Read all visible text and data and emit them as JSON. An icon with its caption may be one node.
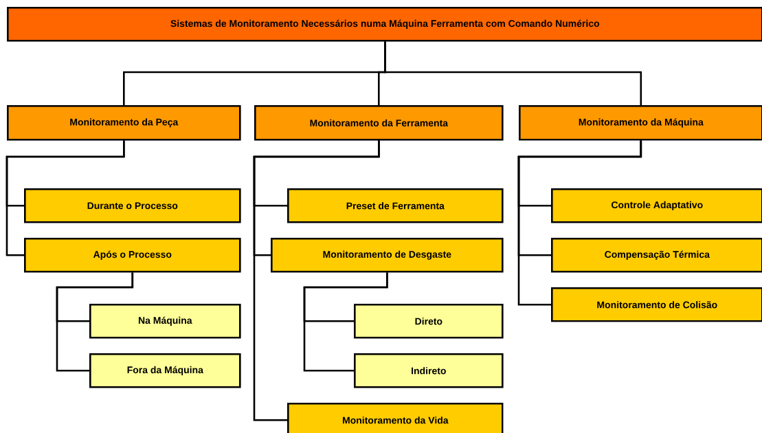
{
  "diagram": {
    "nodes": [
      {
        "text": [
          "Sistemas de Monitoramento Necessários numa Máquina Ferramenta com Comando Numérico"
        ]
      },
      {
        "text": [
          "Monitoramento da Peça"
        ]
      },
      {
        "text": [
          "Monitoramento da Ferramenta"
        ]
      },
      {
        "text": [
          "Monitoramento da Máquina"
        ]
      },
      {
        "text": [
          "Durante o Processo"
        ]
      },
      {
        "text": [
          "Após o Processo"
        ]
      },
      {
        "text": [
          "Na Máquina"
        ]
      },
      {
        "text": [
          "Fora da Máquina"
        ]
      },
      {
        "text": [
          "Preset de Ferramenta"
        ]
      },
      {
        "text": [
          "Monitoramento de Desgaste"
        ]
      },
      {
        "text": [
          "Direto"
        ]
      },
      {
        "text": [
          "Indireto"
        ]
      },
      {
        "text": [
          "Monitoramento da Vida"
        ]
      },
      {
        "text": [
          "Controle Adaptativo"
        ]
      },
      {
        "text": [
          "Compensação Térmica"
        ]
      },
      {
        "text": [
          "Monitoramento de Colisão"
        ]
      }
    ],
    "edges": [
      {
        "from": 0,
        "to": 1,
        "arrow": "none"
      },
      {
        "from": 0,
        "to": 2,
        "arrow": "none"
      },
      {
        "from": 0,
        "to": 3,
        "arrow": "none"
      },
      {
        "from": 1,
        "to": 4,
        "arrow": "none"
      },
      {
        "from": 1,
        "to": 5,
        "arrow": "none"
      },
      {
        "from": 5,
        "to": 6,
        "arrow": "none"
      },
      {
        "from": 5,
        "to": 7,
        "arrow": "none"
      },
      {
        "from": 2,
        "to": 8,
        "arrow": "none"
      },
      {
        "from": 2,
        "to": 9,
        "arrow": "none"
      },
      {
        "from": 9,
        "to": 10,
        "arrow": "none"
      },
      {
        "from": 9,
        "to": 11,
        "arrow": "none"
      },
      {
        "from": 2,
        "to": 12,
        "arrow": "none"
      },
      {
        "from": 3,
        "to": 13,
        "arrow": "none"
      },
      {
        "from": 3,
        "to": 14,
        "arrow": "none"
      },
      {
        "from": 3,
        "to": 15,
        "arrow": "none"
      }
    ]
  }
}
